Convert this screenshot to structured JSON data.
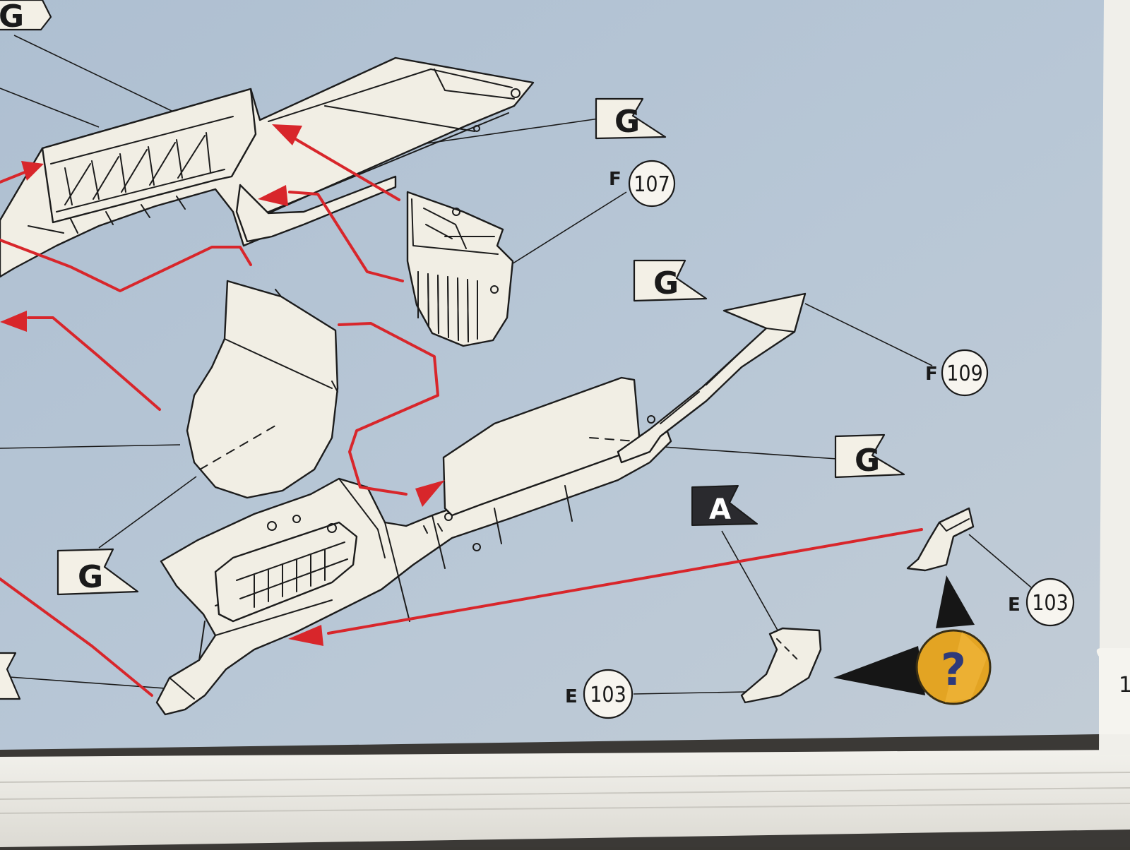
{
  "color_labels": {
    "top_left": "G",
    "upper_right": "G",
    "middle_right": "G",
    "lower_right": "G",
    "bottom_left": "G",
    "dark_flag": "A"
  },
  "part_callouts": [
    {
      "prefix": "F",
      "number": "107"
    },
    {
      "prefix": "F",
      "number": "109"
    },
    {
      "prefix": "E",
      "number": "103"
    },
    {
      "prefix": "E",
      "number": "103"
    }
  ],
  "help_symbol": "?",
  "page_number": "1",
  "colors": {
    "page_background": "#b6c5d5",
    "arrow": "#d8262b",
    "part_fill": "#f1eee4",
    "help_badge": "#e3a423"
  }
}
